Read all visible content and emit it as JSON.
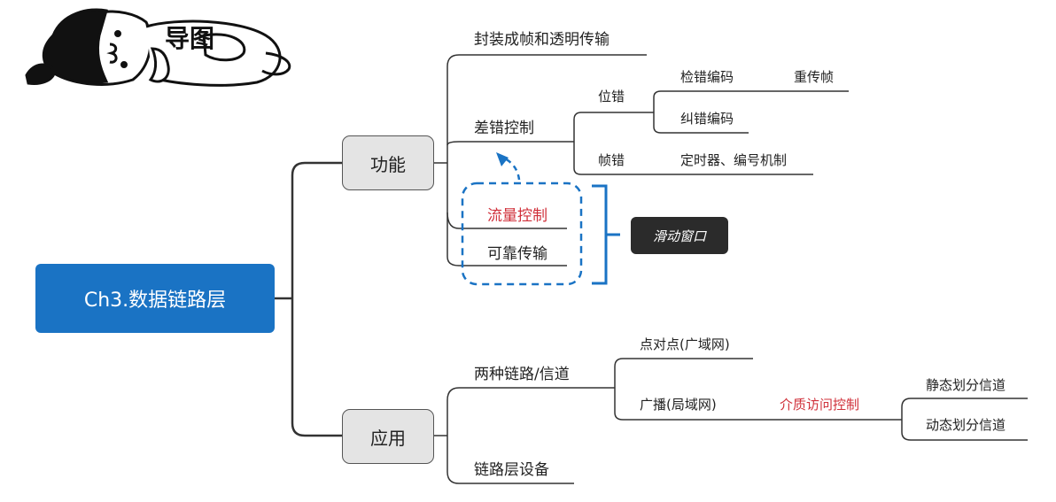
{
  "title": "导图",
  "root": "Ch3.数据链路层",
  "branches": {
    "function": {
      "label": "功能",
      "children": {
        "framing": "封装成帧和透明传输",
        "error_control": {
          "label": "差错控制",
          "bit_error": {
            "label": "位错",
            "detect": "检错编码",
            "retransmit": "重传帧",
            "correct": "纠错编码"
          },
          "frame_error": {
            "label": "帧错",
            "timer": "定时器、编号机制"
          }
        },
        "flow_control": "流量控制",
        "reliable": "可靠传输",
        "sliding_window": "滑动窗口"
      }
    },
    "application": {
      "label": "应用",
      "children": {
        "links": {
          "label": "两种链路/信道",
          "p2p": "点对点(广域网)",
          "broadcast": "广播(局域网)",
          "mac": {
            "label": "介质访问控制",
            "static": "静态划分信道",
            "dynamic": "动态划分信道"
          }
        },
        "devices": "链路层设备"
      }
    }
  },
  "colors": {
    "root": "#1a73c4",
    "highlight": "#d0303a",
    "bracket": "#1a73c4",
    "dark_box": "#2b2b2b"
  }
}
